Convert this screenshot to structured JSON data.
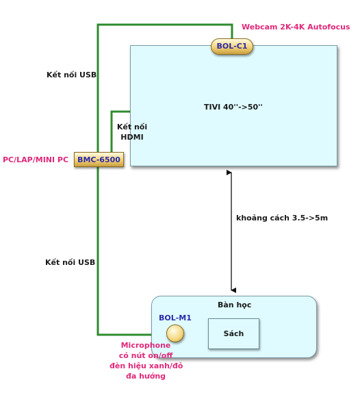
{
  "webcam": {
    "label": "Webcam 2K-4K Autofocus",
    "model": "BOL-C1"
  },
  "tv": {
    "label": "TIVI 40''->50''"
  },
  "pc": {
    "label": "PC/LAP/MINI PC",
    "model": "BMC-6500"
  },
  "connections": {
    "usb_top": "Kết nối USB",
    "hdmi_line1": "Kết nối",
    "hdmi_line2": "HDMI",
    "usb_bottom": "Kết nối USB"
  },
  "distance": {
    "label": "khoảng cách 3.5->5m"
  },
  "desk": {
    "label": "Bàn học"
  },
  "book": {
    "label": "Sách"
  },
  "microphone": {
    "model": "BOL-M1",
    "line1": "Microphone",
    "line2": "có nút on/off",
    "line3": "đèn hiệu xanh/đỏ",
    "line4": "đa hướng"
  },
  "colors": {
    "wire": "#2e8b2e",
    "box_fill": "#dffbff",
    "accent_pink": "#e0287a",
    "accent_blue": "#2a2aa8",
    "badge_gold": "#f2d27a"
  }
}
